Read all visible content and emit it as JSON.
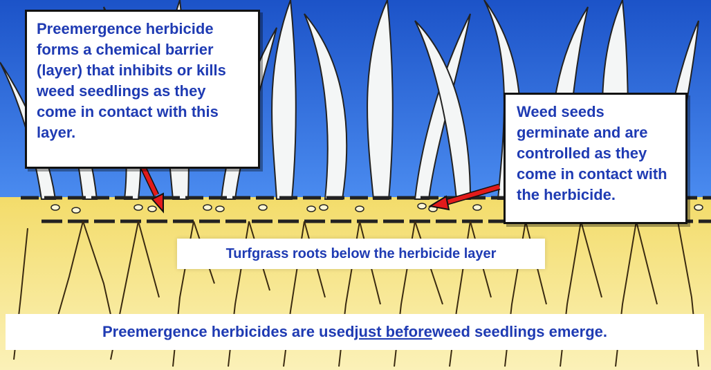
{
  "callouts": {
    "left": "Preemergence herbicide forms a chemical barrier (layer) that inhibits or kills weed seedlings as they come in contact with this layer.",
    "right": "Weed seeds germinate and are controlled as they come in contact with the herbicide."
  },
  "roots_label": "Turfgrass roots below the herbicide layer",
  "caption": {
    "before": "Preemergence herbicides are used ",
    "emphasis": "just before",
    "after": " weed seedlings emerge."
  },
  "colors": {
    "sky": "#2f6fe0",
    "soil": "#f6e27a",
    "text": "#1f3bb3",
    "arrow": "#e21b1b"
  }
}
